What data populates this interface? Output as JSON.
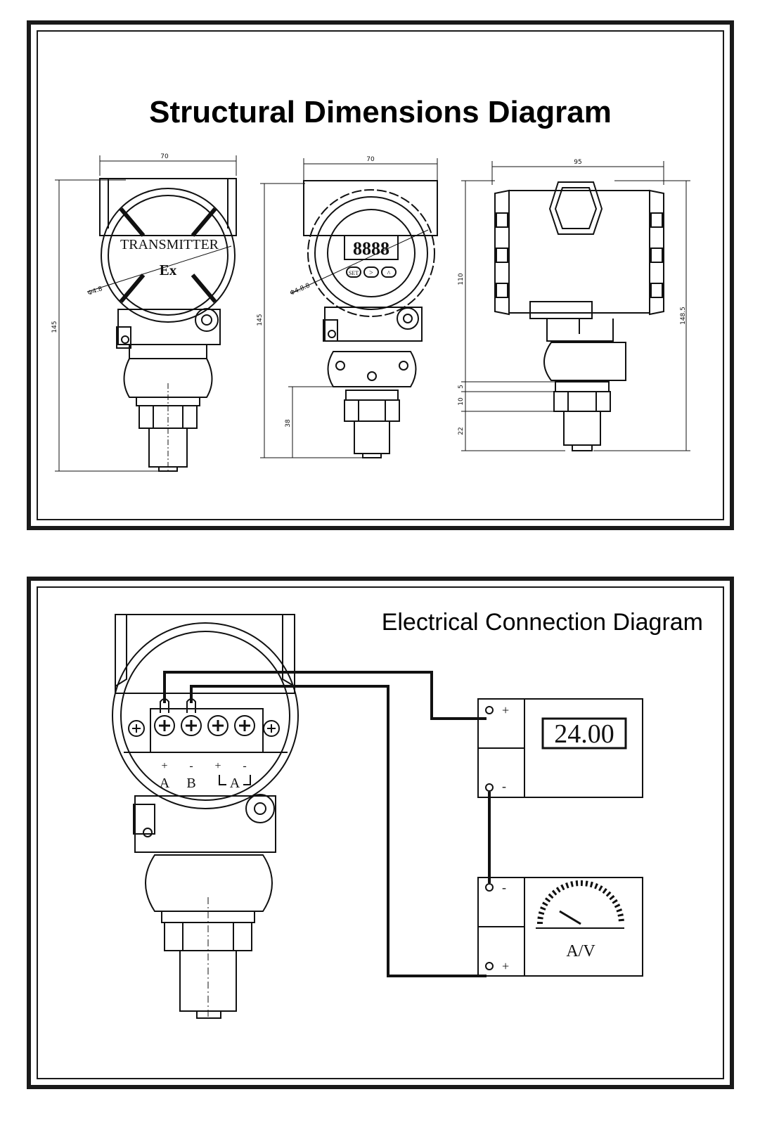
{
  "structural": {
    "title": "Structural Dimensions Diagram",
    "left_view": {
      "width_dim": "70",
      "height_dim": "145",
      "dia_dim": "Φ4.8",
      "label_line1": "TRANSMITTER",
      "label_line2": "Ex"
    },
    "middle_view": {
      "width_dim": "70",
      "height_dim": "145",
      "dia_dim": "Φ4.8.8",
      "lower_dim": "38",
      "display_digits": "8888",
      "buttons": [
        "SET",
        ">",
        "^"
      ]
    },
    "right_view": {
      "width_dim": "95",
      "upper_dim": "110",
      "height_dim": "148.5",
      "dim_a": "5",
      "dim_b": "10",
      "dim_c": "22"
    }
  },
  "electrical": {
    "title": "Electrical Connection Diagram",
    "terminal_signs": [
      "+",
      "-",
      "+",
      "-"
    ],
    "terminal_letters": [
      "A",
      "B",
      "A"
    ],
    "power_supply": {
      "plus": "+",
      "minus": "-",
      "reading": "24.00"
    },
    "meter": {
      "minus": "-",
      "plus": "+",
      "unit": "A/V"
    }
  }
}
